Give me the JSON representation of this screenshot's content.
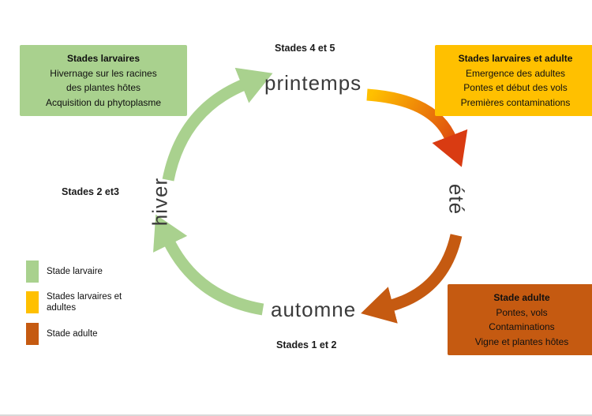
{
  "seasons": {
    "spring": "printemps",
    "summer": "été",
    "autumn": "automne",
    "winter": "hiver"
  },
  "stage_labels": {
    "spring": "Stades 4 et 5",
    "winter": "Stades 2 et3",
    "autumn": "Stades 1 et 2"
  },
  "boxes": {
    "larval": {
      "title": "Stades larvaires",
      "lines": [
        "Hivernage sur les racines",
        "des plantes hôtes",
        "Acquisition du phytoplasme"
      ]
    },
    "larval_adult": {
      "title": "Stades larvaires et adulte",
      "lines": [
        "Emergence des adultes",
        "Pontes et début des vols",
        "Premières contaminations"
      ]
    },
    "adult": {
      "title": "Stade adulte",
      "lines": [
        "Pontes, vols",
        "Contaminations",
        "Vigne et plantes hôtes"
      ]
    }
  },
  "legend": {
    "items": [
      {
        "label": "Stade larvaire",
        "color": "#a9d18e"
      },
      {
        "label": "Stades larvaires et adultes",
        "color": "#ffc000"
      },
      {
        "label": "Stade adulte",
        "color": "#c55a11"
      }
    ]
  },
  "colors": {
    "green": "#a9d18e",
    "yellow": "#ffc000",
    "orange": "#c55a11",
    "red": "#d93b12"
  }
}
